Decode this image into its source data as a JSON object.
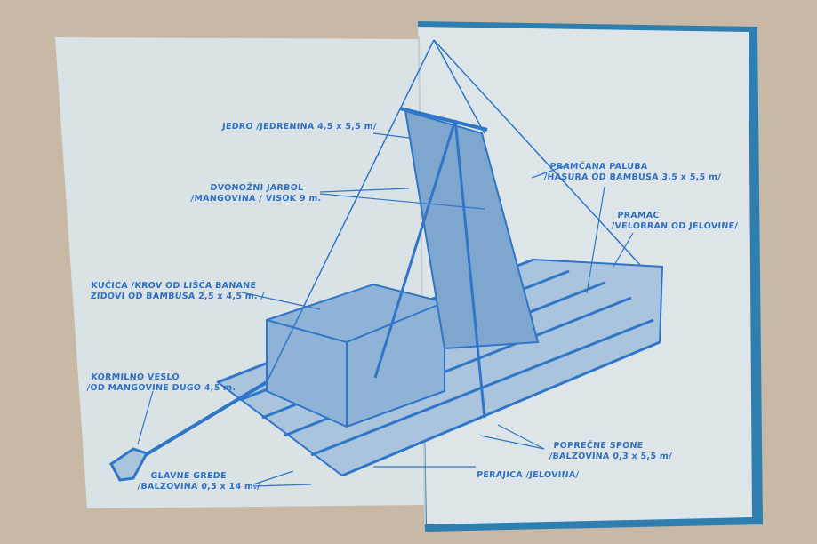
{
  "colors": {
    "ink": "#2f76c9",
    "paper": "#dbe3e6",
    "cover": "#2e7fb0",
    "table": "#c8b8a6"
  },
  "labels": {
    "sail": {
      "line1": "JEDRO /JEDRENINA 4,5 x 5,5 m/"
    },
    "mast": {
      "line1": "DVONOŽNI JARBOL",
      "line2": "/MANGOVINA / VISOK 9 m."
    },
    "fore_deck": {
      "line1": "PRAMČANA PALUBA",
      "line2": "/HASURA OD BAMBUSA 3,5 x 5,5 m/"
    },
    "bow": {
      "line1": "PRAMAC",
      "line2": "/VELOBRAN OD JELOVINE/"
    },
    "cabin": {
      "line1": "KUĆICA /KROV OD LIŠĆA BANANE",
      "line2": "ZIDOVI OD BAMBUSA 2,5 x 4,5 m. /"
    },
    "oar": {
      "line1": "KORMILNO VESLO",
      "line2": "/OD MANGOVINE DUGO 4,5 m."
    },
    "main_logs": {
      "line1": "GLAVNE GREDE",
      "line2": "/BALZOVINA 0,5 x 14 m./"
    },
    "crossbeams": {
      "line1": "POPREČNE SPONE",
      "line2": "/BALZOVINA 0,3 x 5,5 m/"
    },
    "centerboard": {
      "line1": "PERAJICA /JELOVINA/"
    }
  }
}
